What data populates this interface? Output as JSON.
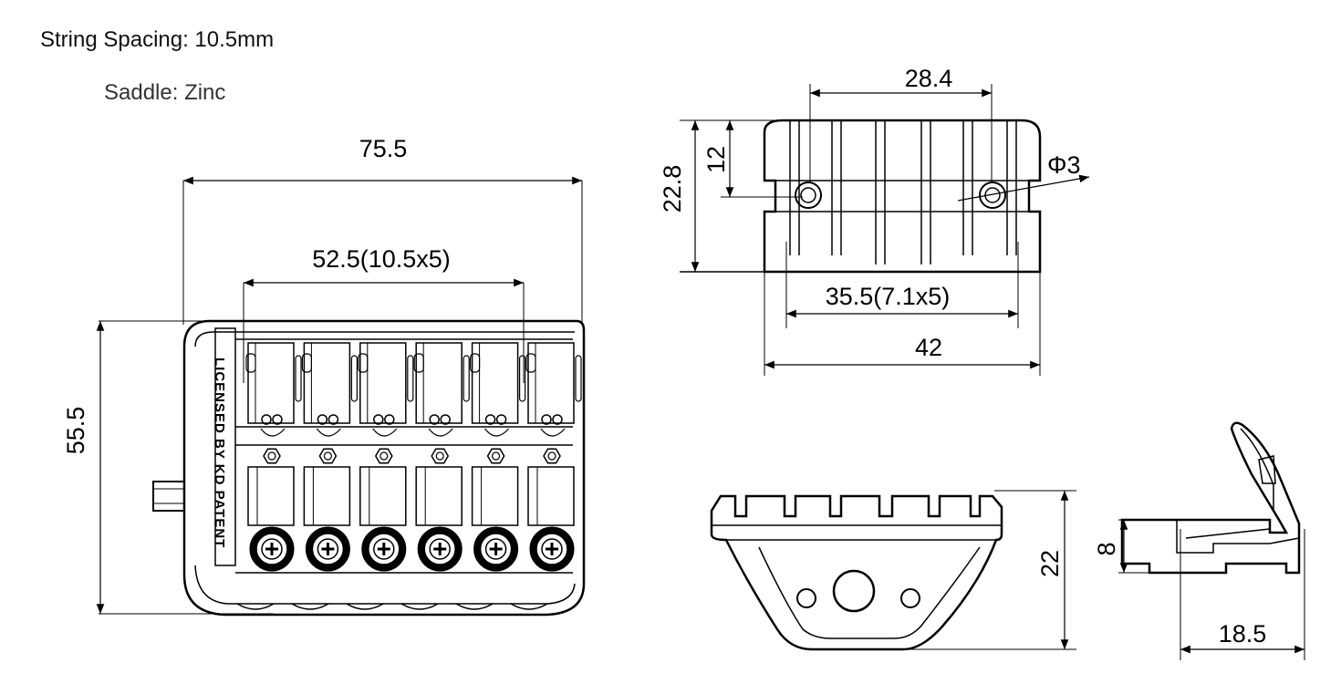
{
  "specs": {
    "string_spacing": "String Spacing: 10.5mm",
    "saddle": "Saddle: Zinc"
  },
  "top_view": {
    "width_total": "75.5",
    "string_span": "52.5(10.5x5)",
    "length": "55.5",
    "patent_text": "LICENSED BY KD PATENT",
    "saddle_count": 6
  },
  "front_view": {
    "top_width": "28.4",
    "height_total": "22.8",
    "height_upper": "12",
    "hole_dia": "Φ3",
    "mount_span": "35.5(7.1x5)",
    "base_width": "42"
  },
  "saddle_side_view": {
    "height": "22"
  },
  "profile_view": {
    "height": "8",
    "length": "18.5"
  },
  "colors": {
    "line": "#000000",
    "text": "#111111",
    "subtext": "#333333",
    "background": "#ffffff"
  }
}
